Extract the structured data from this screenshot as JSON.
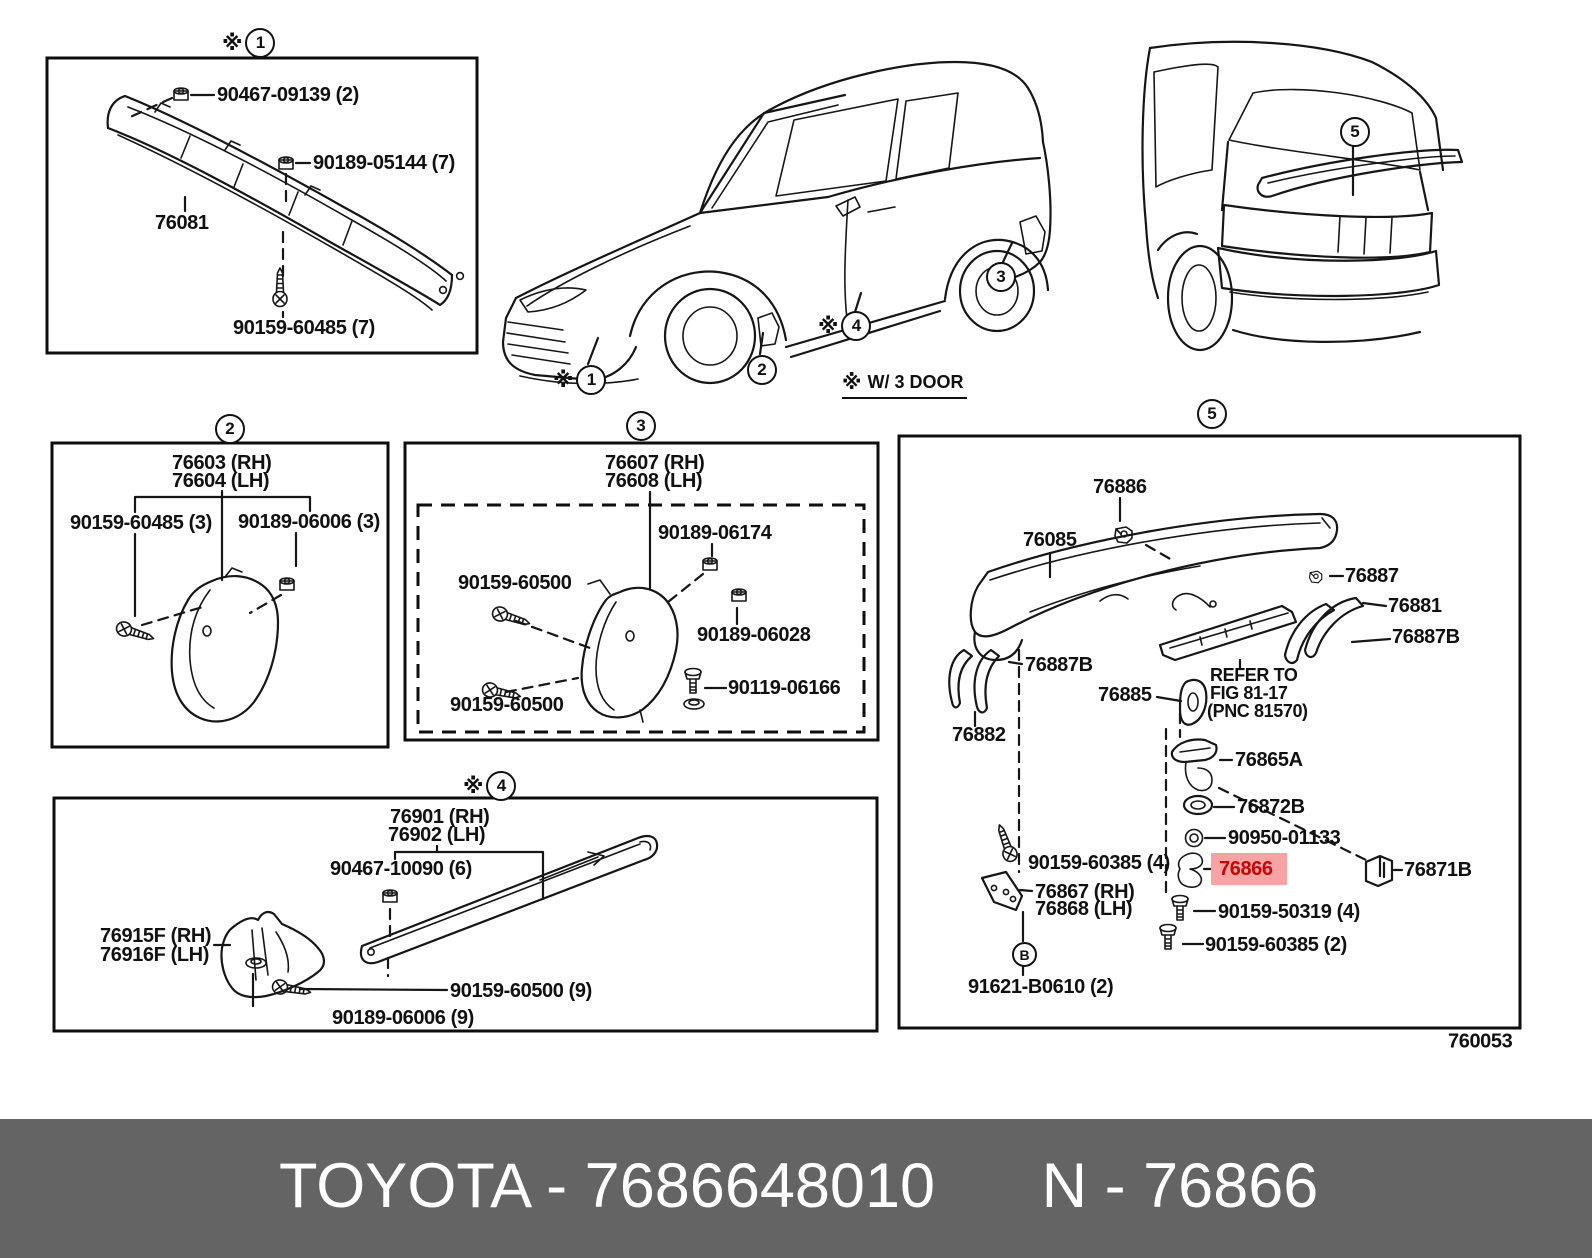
{
  "banner": {
    "left": "TOYOTA - 7686648010",
    "right": "N - 76866",
    "bg": "#646464",
    "fg": "#ffffff"
  },
  "doc_number": "760053",
  "highlight": {
    "part": "76866",
    "bg": "#f7a3a3",
    "fg": "#c40808"
  },
  "note": {
    "star": "※",
    "text": "W/ 3 DOOR"
  },
  "callouts": {
    "star": "※",
    "c1": "1",
    "c2": "2",
    "c3": "3",
    "c4": "4",
    "c5": "5",
    "b": "B"
  },
  "s1": {
    "l0": "90467-09139 (2)",
    "l1": "90189-05144 (7)",
    "l2": "76081",
    "l3": "90159-60485 (7)"
  },
  "s2": {
    "l0": "76603 (RH)",
    "l1": "76604 (LH)",
    "l2": "90159-60485 (3)",
    "l3": "90189-06006 (3)"
  },
  "s3": {
    "l0": "76607 (RH)",
    "l1": "76608 (LH)",
    "l2": "90189-06174",
    "l3": "90159-60500",
    "l4": "90189-06028",
    "l5": "90159-60500",
    "l6": "90119-06166"
  },
  "s4": {
    "l0": "76901 (RH)",
    "l1": "76902 (LH)",
    "l2": "90467-10090 (6)",
    "l3": "76915F (RH)",
    "l4": "76916F (LH)",
    "l5": "90159-60500 (9)",
    "l6": "90189-06006 (9)"
  },
  "s5": {
    "l0": "76886",
    "l1": "76085",
    "l2": "76887",
    "l3": "76881",
    "l4": "76887B",
    "l5": "76887B",
    "l6": "76882",
    "l7": "76885",
    "l8": "REFER TO",
    "l9": "FIG 81-17",
    "l10": "(PNC 81570)",
    "l11": "76865A",
    "l12": "76872B",
    "l13": "90950-01133",
    "l14": "76866",
    "l15": "76871B",
    "l16": "90159-60385 (4)",
    "l17": "76867 (RH)",
    "l18": "76868 (LH)",
    "l19": "90159-50319 (4)",
    "l20": "90159-60385 (2)",
    "l21": "91621-B0610 (2)"
  }
}
